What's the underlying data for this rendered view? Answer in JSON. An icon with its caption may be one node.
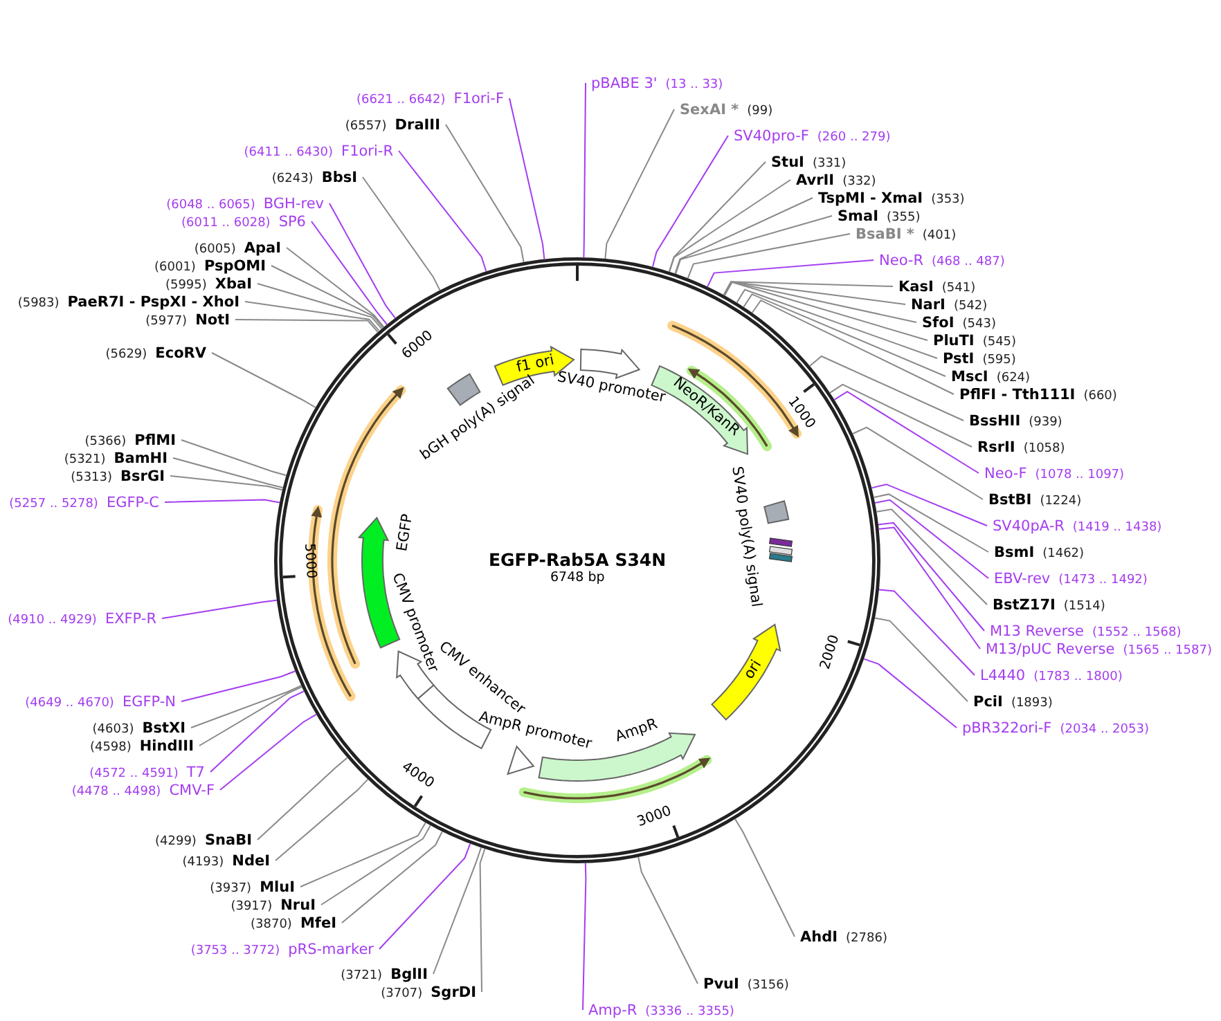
{
  "diagram": {
    "title": "EGFP-Rab5A S34N",
    "nodes": [
      {
        "text": [
          "pBABE 3'",
          "(13 .. 33)"
        ]
      },
      {
        "text": [
          "SexAI *",
          "(99)"
        ]
      },
      {
        "text": [
          "SV40pro-F",
          "(260 .. 279)"
        ]
      },
      {
        "text": [
          "StuI",
          "(331)"
        ]
      },
      {
        "text": [
          "AvrII",
          "(332)"
        ]
      },
      {
        "text": [
          "TspMI - XmaI",
          "(353)"
        ]
      },
      {
        "text": [
          "SmaI",
          "(355)"
        ]
      },
      {
        "text": [
          "BsaBI *",
          "(401)"
        ]
      },
      {
        "text": [
          "Neo-R",
          "(468 .. 487)"
        ]
      },
      {
        "text": [
          "KasI",
          "(541)"
        ]
      },
      {
        "text": [
          "NarI",
          "(542)"
        ]
      },
      {
        "text": [
          "SfoI",
          "(543)"
        ]
      },
      {
        "text": [
          "PluTI",
          "(545)"
        ]
      },
      {
        "text": [
          "PstI",
          "(595)"
        ]
      },
      {
        "text": [
          "MscI",
          "(624)"
        ]
      },
      {
        "text": [
          "PflFI - Tth111I",
          "(660)"
        ]
      },
      {
        "text": [
          "BssHII",
          "(939)"
        ]
      },
      {
        "text": [
          "RsrII",
          "(1058)"
        ]
      },
      {
        "text": [
          "Neo-F",
          "(1078 .. 1097)"
        ]
      },
      {
        "text": [
          "BstBI",
          "(1224)"
        ]
      },
      {
        "text": [
          "SV40pA-R",
          "(1419 .. 1438)"
        ]
      },
      {
        "text": [
          "BsmI",
          "(1462)"
        ]
      },
      {
        "text": [
          "EBV-rev",
          "(1473 .. 1492)"
        ]
      },
      {
        "text": [
          "BstZ17I",
          "(1514)"
        ]
      },
      {
        "text": [
          "M13 Reverse",
          "(1552 .. 1568)"
        ]
      },
      {
        "text": [
          "M13/pUC Reverse",
          "(1565 .. 1587)"
        ]
      },
      {
        "text": [
          "L4440",
          "(1783 .. 1800)"
        ]
      },
      {
        "text": [
          "PciI",
          "(1893)"
        ]
      },
      {
        "text": [
          "pBR322ori-F",
          "(2034 .. 2053)"
        ]
      },
      {
        "text": [
          "AhdI",
          "(2786)"
        ]
      },
      {
        "text": [
          "PvuI",
          "(3156)"
        ]
      },
      {
        "text": [
          "Amp-R",
          "(3336 .. 3355)"
        ]
      },
      {
        "text": [
          "(3707)",
          "SgrDI"
        ]
      },
      {
        "text": [
          "(3721)",
          "BglII"
        ]
      },
      {
        "text": [
          "(3753 .. 3772)",
          "pRS-marker"
        ]
      },
      {
        "text": [
          "(3870)",
          "MfeI"
        ]
      },
      {
        "text": [
          "(3917)",
          "NruI"
        ]
      },
      {
        "text": [
          "(3937)",
          "MluI"
        ]
      },
      {
        "text": [
          "(4193)",
          "NdeI"
        ]
      },
      {
        "text": [
          "(4299)",
          "SnaBI"
        ]
      },
      {
        "text": [
          "(4478 .. 4498)",
          "CMV-F"
        ]
      },
      {
        "text": [
          "(4572 .. 4591)",
          "T7"
        ]
      },
      {
        "text": [
          "(4598)",
          "HindIII"
        ]
      },
      {
        "text": [
          "(4603)",
          "BstXI"
        ]
      },
      {
        "text": [
          "(4649 .. 4670)",
          "EGFP-N"
        ]
      },
      {
        "text": [
          "(4910 .. 4929)",
          "EXFP-R"
        ]
      },
      {
        "text": [
          "(5257 .. 5278)",
          "EGFP-C"
        ]
      },
      {
        "text": [
          "(5313)",
          "BsrGI"
        ]
      },
      {
        "text": [
          "(5321)",
          "BamHI"
        ]
      },
      {
        "text": [
          "(5366)",
          "PflMI"
        ]
      },
      {
        "text": [
          "(5629)",
          "EcoRV"
        ]
      },
      {
        "text": [
          "(5977)",
          "NotI"
        ]
      },
      {
        "text": [
          "(5983)",
          "PaeR7I - PspXI - XhoI"
        ]
      },
      {
        "text": [
          "(5995)",
          "XbaI"
        ]
      },
      {
        "text": [
          "(6001)",
          "PspOMI"
        ]
      },
      {
        "text": [
          "(6005)",
          "ApaI"
        ]
      },
      {
        "text": [
          "(6011 .. 6028)",
          "SP6"
        ]
      },
      {
        "text": [
          "(6048 .. 6065)",
          "BGH-rev"
        ]
      },
      {
        "text": [
          "(6243)",
          "BbsI"
        ]
      },
      {
        "text": [
          "(6411 .. 6430)",
          "F1ori-R"
        ]
      },
      {
        "text": [
          "(6557)",
          "DraIII"
        ]
      },
      {
        "text": [
          "(6621 .. 6642)",
          "F1ori-F"
        ]
      },
      {
        "text": [
          "f1 ori"
        ]
      },
      {
        "text": [
          "SV40 promoter"
        ]
      },
      {
        "text": [
          "NeoR/KanR"
        ]
      },
      {
        "text": [
          "SV40 poly(A) signal"
        ]
      },
      {
        "text": [
          "ori"
        ]
      },
      {
        "text": [
          "AmpR"
        ]
      },
      {
        "text": [
          "AmpR promoter"
        ]
      },
      {
        "text": [
          "CMV enhancer"
        ]
      },
      {
        "text": [
          "CMV promoter"
        ]
      },
      {
        "text": [
          "EGFP"
        ]
      },
      {
        "text": [
          "bGH poly(A) signal"
        ]
      }
    ],
    "edges": [
      {
        "from": 0,
        "to": null,
        "arrow": "none",
        "color": "#a43df0"
      },
      {
        "from": 1,
        "to": null,
        "arrow": "none"
      },
      {
        "from": 2,
        "to": null,
        "arrow": "none",
        "color": "#a43df0"
      },
      {
        "from": 3,
        "to": null,
        "arrow": "none"
      },
      {
        "from": 4,
        "to": null,
        "arrow": "none"
      },
      {
        "from": 5,
        "to": null,
        "arrow": "none"
      },
      {
        "from": 6,
        "to": null,
        "arrow": "none"
      },
      {
        "from": 7,
        "to": null,
        "arrow": "none"
      },
      {
        "from": 8,
        "to": null,
        "arrow": "none",
        "color": "#a43df0"
      },
      {
        "from": 9,
        "to": null,
        "arrow": "none"
      },
      {
        "from": 10,
        "to": null,
        "arrow": "none"
      },
      {
        "from": 11,
        "to": null,
        "arrow": "none"
      },
      {
        "from": 12,
        "to": null,
        "arrow": "none"
      },
      {
        "from": 13,
        "to": null,
        "arrow": "none"
      },
      {
        "from": 14,
        "to": null,
        "arrow": "none"
      },
      {
        "from": 15,
        "to": null,
        "arrow": "none"
      },
      {
        "from": 16,
        "to": null,
        "arrow": "none"
      },
      {
        "from": 17,
        "to": null,
        "arrow": "none"
      },
      {
        "from": 18,
        "to": null,
        "arrow": "none",
        "color": "#a43df0"
      },
      {
        "from": 19,
        "to": null,
        "arrow": "none"
      },
      {
        "from": 20,
        "to": null,
        "arrow": "none",
        "color": "#a43df0"
      },
      {
        "from": 21,
        "to": null,
        "arrow": "none"
      },
      {
        "from": 22,
        "to": null,
        "arrow": "none",
        "color": "#a43df0"
      },
      {
        "from": 23,
        "to": null,
        "arrow": "none"
      },
      {
        "from": 24,
        "to": null,
        "arrow": "none",
        "color": "#a43df0"
      },
      {
        "from": 25,
        "to": null,
        "arrow": "none",
        "color": "#a43df0"
      },
      {
        "from": 26,
        "to": null,
        "arrow": "none",
        "color": "#a43df0"
      },
      {
        "from": 27,
        "to": null,
        "arrow": "none"
      },
      {
        "from": 28,
        "to": null,
        "arrow": "none",
        "color": "#a43df0"
      },
      {
        "from": 29,
        "to": null,
        "arrow": "none"
      },
      {
        "from": 30,
        "to": null,
        "arrow": "none"
      },
      {
        "from": 31,
        "to": null,
        "arrow": "none",
        "color": "#a43df0"
      },
      {
        "from": 32,
        "to": null,
        "arrow": "none"
      },
      {
        "from": 33,
        "to": null,
        "arrow": "none"
      },
      {
        "from": 34,
        "to": null,
        "arrow": "none",
        "color": "#a43df0"
      },
      {
        "from": 35,
        "to": null,
        "arrow": "none"
      },
      {
        "from": 36,
        "to": null,
        "arrow": "none"
      },
      {
        "from": 37,
        "to": null,
        "arrow": "none"
      },
      {
        "from": 38,
        "to": null,
        "arrow": "none"
      },
      {
        "from": 39,
        "to": null,
        "arrow": "none"
      },
      {
        "from": 40,
        "to": null,
        "arrow": "none",
        "color": "#a43df0"
      },
      {
        "from": 41,
        "to": null,
        "arrow": "none",
        "color": "#a43df0"
      },
      {
        "from": 42,
        "to": null,
        "arrow": "none"
      },
      {
        "from": 43,
        "to": null,
        "arrow": "none"
      },
      {
        "from": 44,
        "to": null,
        "arrow": "none",
        "color": "#a43df0"
      },
      {
        "from": 45,
        "to": null,
        "arrow": "none",
        "color": "#a43df0"
      },
      {
        "from": 46,
        "to": null,
        "arrow": "none",
        "color": "#a43df0"
      },
      {
        "from": 47,
        "to": null,
        "arrow": "none"
      },
      {
        "from": 48,
        "to": null,
        "arrow": "none"
      },
      {
        "from": 49,
        "to": null,
        "arrow": "none"
      },
      {
        "from": 50,
        "to": null,
        "arrow": "none"
      },
      {
        "from": 51,
        "to": null,
        "arrow": "none"
      },
      {
        "from": 52,
        "to": null,
        "arrow": "none"
      },
      {
        "from": 53,
        "to": null,
        "arrow": "none"
      },
      {
        "from": 54,
        "to": null,
        "arrow": "none"
      },
      {
        "from": 55,
        "to": null,
        "arrow": "none"
      },
      {
        "from": 56,
        "to": null,
        "arrow": "none",
        "color": "#a43df0"
      },
      {
        "from": 57,
        "to": null,
        "arrow": "none",
        "color": "#a43df0"
      },
      {
        "from": 58,
        "to": null,
        "arrow": "none"
      },
      {
        "from": 59,
        "to": null,
        "arrow": "none",
        "color": "#a43df0"
      },
      {
        "from": 60,
        "to": null,
        "arrow": "none"
      },
      {
        "from": 61,
        "to": null,
        "arrow": "none",
        "color": "#a43df0"
      }
    ],
    "labels": [
      "6748 bp",
      "1000",
      "2000",
      "3000",
      "4000",
      "5000",
      "6000"
    ]
  }
}
